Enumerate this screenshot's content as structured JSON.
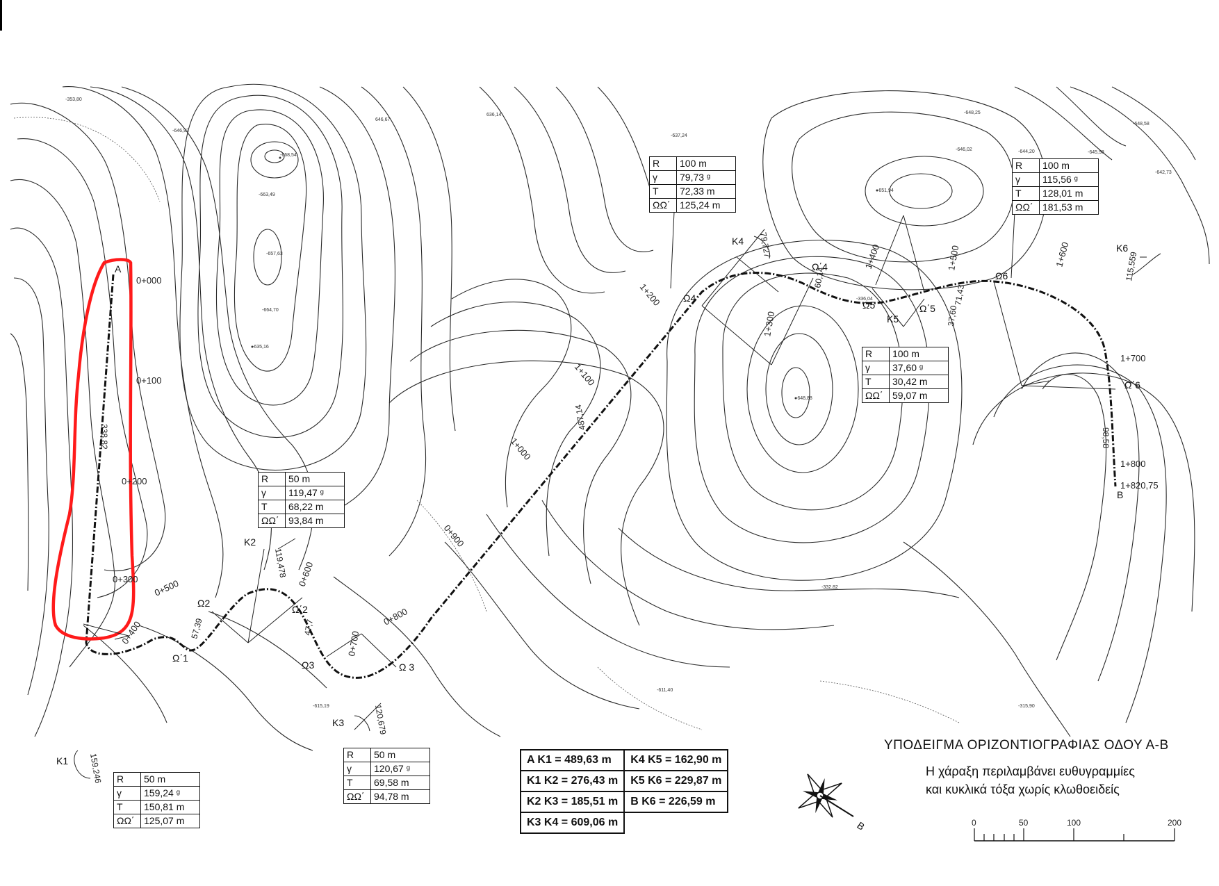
{
  "points": {
    "start": "A",
    "end": "B",
    "k1": "K1",
    "k2": "K2",
    "k3": "K3",
    "k4": "K4",
    "k5": "K5",
    "k6": "K6",
    "o1": "Ω΄1",
    "o2": "Ω2",
    "o2p": "Ω΄2",
    "o3": "Ω3",
    "o3p": "Ω 3",
    "o4": "Ω4",
    "o4p": "Ω΄4",
    "o5": "Ω5",
    "o5p": "Ω΄5",
    "o6": "Ω6",
    "o6p": "Ω΄6"
  },
  "chainage": {
    "c000": "0+000",
    "c100": "0+100",
    "c200": "0+200",
    "c300": "0+300",
    "c400": "0+400",
    "c500": "0+500",
    "c600": "0+600",
    "c700": "0+700",
    "c800": "0+800",
    "c900": "0+900",
    "c1000": "1+000",
    "c1100": "1+100",
    "c1200": "1+200",
    "c1300": "1+300",
    "c1400": "1+400",
    "c1500": "1+500",
    "c1600": "1+600",
    "c1700": "1+700",
    "c1800": "1+800",
    "c_end": "1+820,75"
  },
  "segment_lengths": {
    "s_a": "338,82",
    "s_2": "57,39",
    "s_2b": "47,7",
    "s_3": "487,14",
    "s_4": "60,14",
    "s_5": "37,60",
    "s_5b": "71,43",
    "s_6": "98,58"
  },
  "radius_angles": {
    "k1": "159,246",
    "k2": "119,478",
    "k3": "120,679",
    "k4": "79,727",
    "k6": "115,559"
  },
  "elevations": [
    "-353,80",
    "-646,92",
    "646,67",
    "636,14",
    "-637,24",
    "-648,25",
    "-648,58",
    "-642,73",
    "-646,02",
    "-644,20",
    "-645,58",
    "-651,94",
    "-668,54",
    "-663,49",
    "-657,63",
    "-664,70",
    "-635,16",
    "-336,04",
    "-648,88",
    "-332,82",
    "-611,40",
    "-615,19",
    "-315,90"
  ],
  "curves": {
    "k4": {
      "R": "100 m",
      "g": "79,73 ᵍ",
      "T": "72,33 m",
      "OO": "125,24 m"
    },
    "k6": {
      "R": "100 m",
      "g": "115,56 ᵍ",
      "T": "128,01 m",
      "OO": "181,53 m"
    },
    "k5": {
      "R": "100 m",
      "g": "37,60 ᵍ",
      "T": "30,42 m",
      "OO": "59,07 m"
    },
    "k2": {
      "R": "50 m",
      "g": "119,47 ᵍ",
      "T": "68,22 m",
      "OO": "93,84 m"
    },
    "k3": {
      "R": "50 m",
      "g": "120,67 ᵍ",
      "T": "69,58 m",
      "OO": "94,78 m"
    },
    "k1": {
      "R": "50 m",
      "g": "159,24 ᵍ",
      "T": "150,81 m",
      "OO": "125,07 m"
    }
  },
  "curve_keys": {
    "R": "R",
    "g": "γ",
    "T": "T",
    "OO": "ΩΩ΄"
  },
  "distances": {
    "a_k1": "A K1   = 489,63 m",
    "k1_k2": "K1 K2 = 276,43 m",
    "k2_k3": "K2 K3 = 185,51 m",
    "k3_k4": "K3 K4 = 609,06 m",
    "k4_k5": "K4 K5 = 162,90 m",
    "k5_k6": "K5 K6 = 229,87 m",
    "b_k6": "B K6    = 226,59 m"
  },
  "title": "ΥΠΟΔΕΙΓΜΑ ΟΡΙΖΟΝΤΙΟΓΡΑΦΙΑΣ ΟΔΟΥ  Α-Β",
  "note_line1": "Η χάραξη περιλαμβάνει ευθυγραμμίες",
  "note_line2": "και κυκλικά τόξα χωρίς κλωθοειδείς",
  "north_label": "B",
  "scale_bar": {
    "labels": [
      "0",
      "50",
      "100",
      "200"
    ]
  },
  "colors": {
    "highlight": "#ff1a1a",
    "ink": "#111111"
  }
}
